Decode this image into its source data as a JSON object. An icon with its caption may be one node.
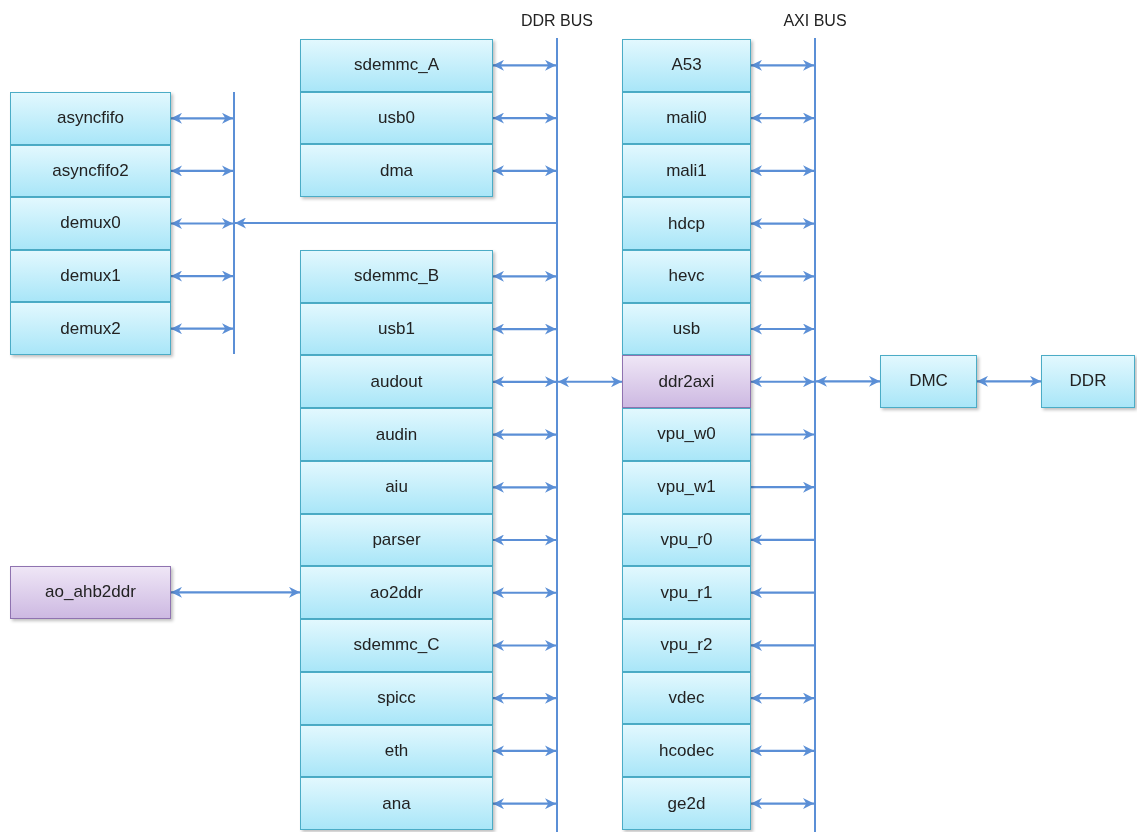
{
  "diagram": {
    "nodes": [
      {
        "text": [
          "DDR BUS"
        ]
      },
      {
        "text": [
          "AXI BUS"
        ]
      },
      {
        "text": [],
        "shape": "bar"
      },
      {
        "text": [
          "asyncfifo"
        ]
      },
      {
        "text": [
          "asyncfifo2"
        ]
      },
      {
        "text": [
          "demux0"
        ]
      },
      {
        "text": [
          "demux1"
        ]
      },
      {
        "text": [
          "demux2"
        ]
      },
      {
        "text": [
          "sdemmc_A"
        ]
      },
      {
        "text": [
          "usb0"
        ]
      },
      {
        "text": [
          "dma"
        ]
      },
      {
        "text": [
          "sdemmc_B"
        ]
      },
      {
        "text": [
          "usb1"
        ]
      },
      {
        "text": [
          "audout"
        ]
      },
      {
        "text": [
          "audin"
        ]
      },
      {
        "text": [
          "aiu"
        ]
      },
      {
        "text": [
          "parser"
        ]
      },
      {
        "text": [
          "ao2ddr"
        ]
      },
      {
        "text": [
          "sdemmc_C"
        ]
      },
      {
        "text": [
          "spicc"
        ]
      },
      {
        "text": [
          "eth"
        ]
      },
      {
        "text": [
          "ana"
        ]
      },
      {
        "text": [
          "A53"
        ]
      },
      {
        "text": [
          "mali0"
        ]
      },
      {
        "text": [
          "mali1"
        ]
      },
      {
        "text": [
          "hdcp"
        ]
      },
      {
        "text": [
          "hevc"
        ]
      },
      {
        "text": [
          "usb"
        ]
      },
      {
        "text": [
          "ddr2axi"
        ]
      },
      {
        "text": [
          "vpu_w0"
        ]
      },
      {
        "text": [
          "vpu_w1"
        ]
      },
      {
        "text": [
          "vpu_r0"
        ]
      },
      {
        "text": [
          "vpu_r1"
        ]
      },
      {
        "text": [
          "vpu_r2"
        ]
      },
      {
        "text": [
          "vdec"
        ]
      },
      {
        "text": [
          "hcodec"
        ]
      },
      {
        "text": [
          "ge2d"
        ]
      },
      {
        "text": [
          "DMC"
        ]
      },
      {
        "text": [
          "DDR"
        ]
      },
      {
        "text": [
          "ao_ahb2ddr"
        ]
      }
    ],
    "edges": [
      {
        "from": 3,
        "to": 2,
        "arrow": "both"
      },
      {
        "from": 4,
        "to": 2,
        "arrow": "both"
      },
      {
        "from": 5,
        "to": 2,
        "arrow": "both"
      },
      {
        "from": 6,
        "to": 2,
        "arrow": "both"
      },
      {
        "from": 7,
        "to": 2,
        "arrow": "both"
      },
      {
        "from": 8,
        "to": 0,
        "arrow": "both"
      },
      {
        "from": 9,
        "to": 0,
        "arrow": "both"
      },
      {
        "from": 10,
        "to": 0,
        "arrow": "both"
      },
      {
        "from": 0,
        "to": 2,
        "arrow": "to"
      },
      {
        "from": 11,
        "to": 0,
        "arrow": "both"
      },
      {
        "from": 12,
        "to": 0,
        "arrow": "both"
      },
      {
        "from": 13,
        "to": 0,
        "arrow": "both"
      },
      {
        "from": 14,
        "to": 0,
        "arrow": "both"
      },
      {
        "from": 15,
        "to": 0,
        "arrow": "both"
      },
      {
        "from": 16,
        "to": 0,
        "arrow": "both"
      },
      {
        "from": 17,
        "to": 0,
        "arrow": "both"
      },
      {
        "from": 18,
        "to": 0,
        "arrow": "both"
      },
      {
        "from": 19,
        "to": 0,
        "arrow": "both"
      },
      {
        "from": 20,
        "to": 0,
        "arrow": "both"
      },
      {
        "from": 21,
        "to": 0,
        "arrow": "both"
      },
      {
        "from": 0,
        "to": 28,
        "arrow": "both"
      },
      {
        "from": 22,
        "to": 1,
        "arrow": "both"
      },
      {
        "from": 23,
        "to": 1,
        "arrow": "both"
      },
      {
        "from": 24,
        "to": 1,
        "arrow": "both"
      },
      {
        "from": 25,
        "to": 1,
        "arrow": "both"
      },
      {
        "from": 26,
        "to": 1,
        "arrow": "both"
      },
      {
        "from": 27,
        "to": 1,
        "arrow": "both"
      },
      {
        "from": 28,
        "to": 1,
        "arrow": "both"
      },
      {
        "from": 29,
        "to": 1,
        "arrow": "to"
      },
      {
        "from": 30,
        "to": 1,
        "arrow": "to"
      },
      {
        "from": 1,
        "to": 31,
        "arrow": "to"
      },
      {
        "from": 1,
        "to": 32,
        "arrow": "to"
      },
      {
        "from": 1,
        "to": 33,
        "arrow": "to"
      },
      {
        "from": 34,
        "to": 1,
        "arrow": "both"
      },
      {
        "from": 35,
        "to": 1,
        "arrow": "both"
      },
      {
        "from": 36,
        "to": 1,
        "arrow": "both"
      },
      {
        "from": 1,
        "to": 37,
        "arrow": "both"
      },
      {
        "from": 37,
        "to": 38,
        "arrow": "both"
      },
      {
        "from": 39,
        "to": 17,
        "arrow": "both"
      }
    ]
  }
}
